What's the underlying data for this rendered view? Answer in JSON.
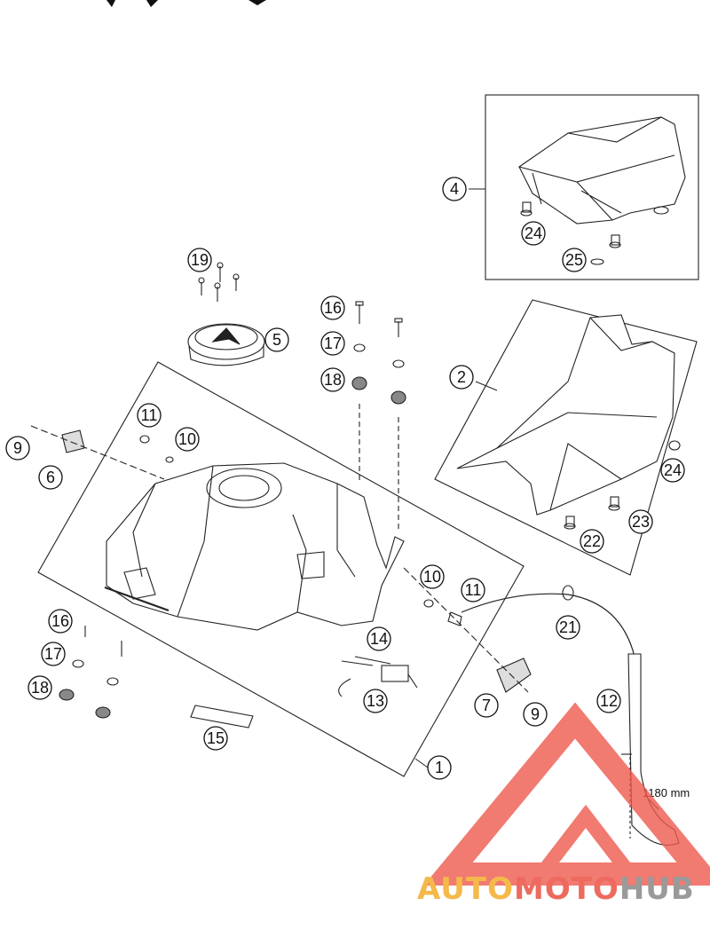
{
  "callouts": [
    {
      "id": "c1",
      "label": "1"
    },
    {
      "id": "c2",
      "label": "2"
    },
    {
      "id": "c4",
      "label": "4"
    },
    {
      "id": "c5",
      "label": "5"
    },
    {
      "id": "c6",
      "label": "6"
    },
    {
      "id": "c7",
      "label": "7"
    },
    {
      "id": "c9a",
      "label": "9"
    },
    {
      "id": "c9b",
      "label": "9"
    },
    {
      "id": "c10a",
      "label": "10"
    },
    {
      "id": "c10b",
      "label": "10"
    },
    {
      "id": "c11a",
      "label": "11"
    },
    {
      "id": "c11b",
      "label": "11"
    },
    {
      "id": "c12",
      "label": "12"
    },
    {
      "id": "c13",
      "label": "13"
    },
    {
      "id": "c14",
      "label": "14"
    },
    {
      "id": "c15",
      "label": "15"
    },
    {
      "id": "c16a",
      "label": "16"
    },
    {
      "id": "c16b",
      "label": "16"
    },
    {
      "id": "c17a",
      "label": "17"
    },
    {
      "id": "c17b",
      "label": "17"
    },
    {
      "id": "c18a",
      "label": "18"
    },
    {
      "id": "c18b",
      "label": "18"
    },
    {
      "id": "c19",
      "label": "19"
    },
    {
      "id": "c21",
      "label": "21"
    },
    {
      "id": "c22",
      "label": "22"
    },
    {
      "id": "c23",
      "label": "23"
    },
    {
      "id": "c24a",
      "label": "24"
    },
    {
      "id": "c24b",
      "label": "24"
    },
    {
      "id": "c25",
      "label": "25"
    }
  ],
  "dimension_label": "1180 mm",
  "watermark": {
    "part1": "AUTO",
    "part2": "MOTO",
    "part3": "HUB",
    "color1": "#f5b94a",
    "color2": "#ee6a5e",
    "color3": "#9a9a9a",
    "logo_color": "#ee5a4e"
  }
}
